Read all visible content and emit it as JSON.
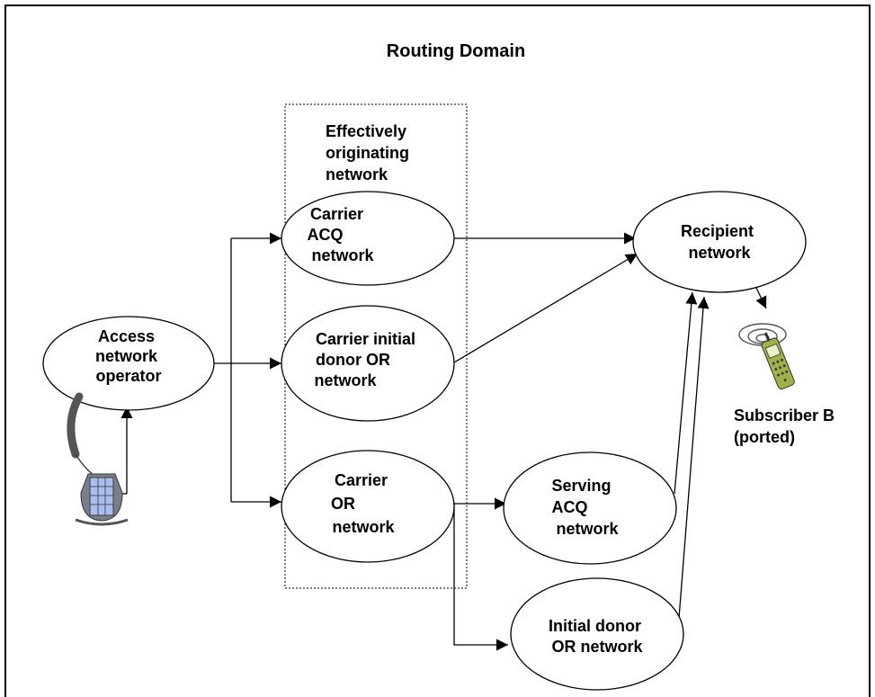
{
  "title": "Routing Domain",
  "nodes": {
    "access": [
      "Access",
      "network",
      "operator"
    ],
    "carrier_acq": [
      "Carrier",
      "ACQ",
      "network"
    ],
    "carrier_initial_donor": [
      "Carrier initial",
      "donor OR",
      "network"
    ],
    "carrier_or": [
      "Carrier",
      "OR",
      "network"
    ],
    "recipient": [
      "Recipient",
      "network"
    ],
    "serving_acq": [
      "Serving",
      "ACQ",
      "network"
    ],
    "initial_donor_or": [
      "Initial donor",
      "OR network"
    ]
  },
  "box_label": [
    "Effectively",
    "originating",
    "network"
  ],
  "subscriber": [
    "Subscriber B",
    "(ported)"
  ],
  "icons": [
    "desk-phone-icon",
    "mobile-phone-icon"
  ]
}
